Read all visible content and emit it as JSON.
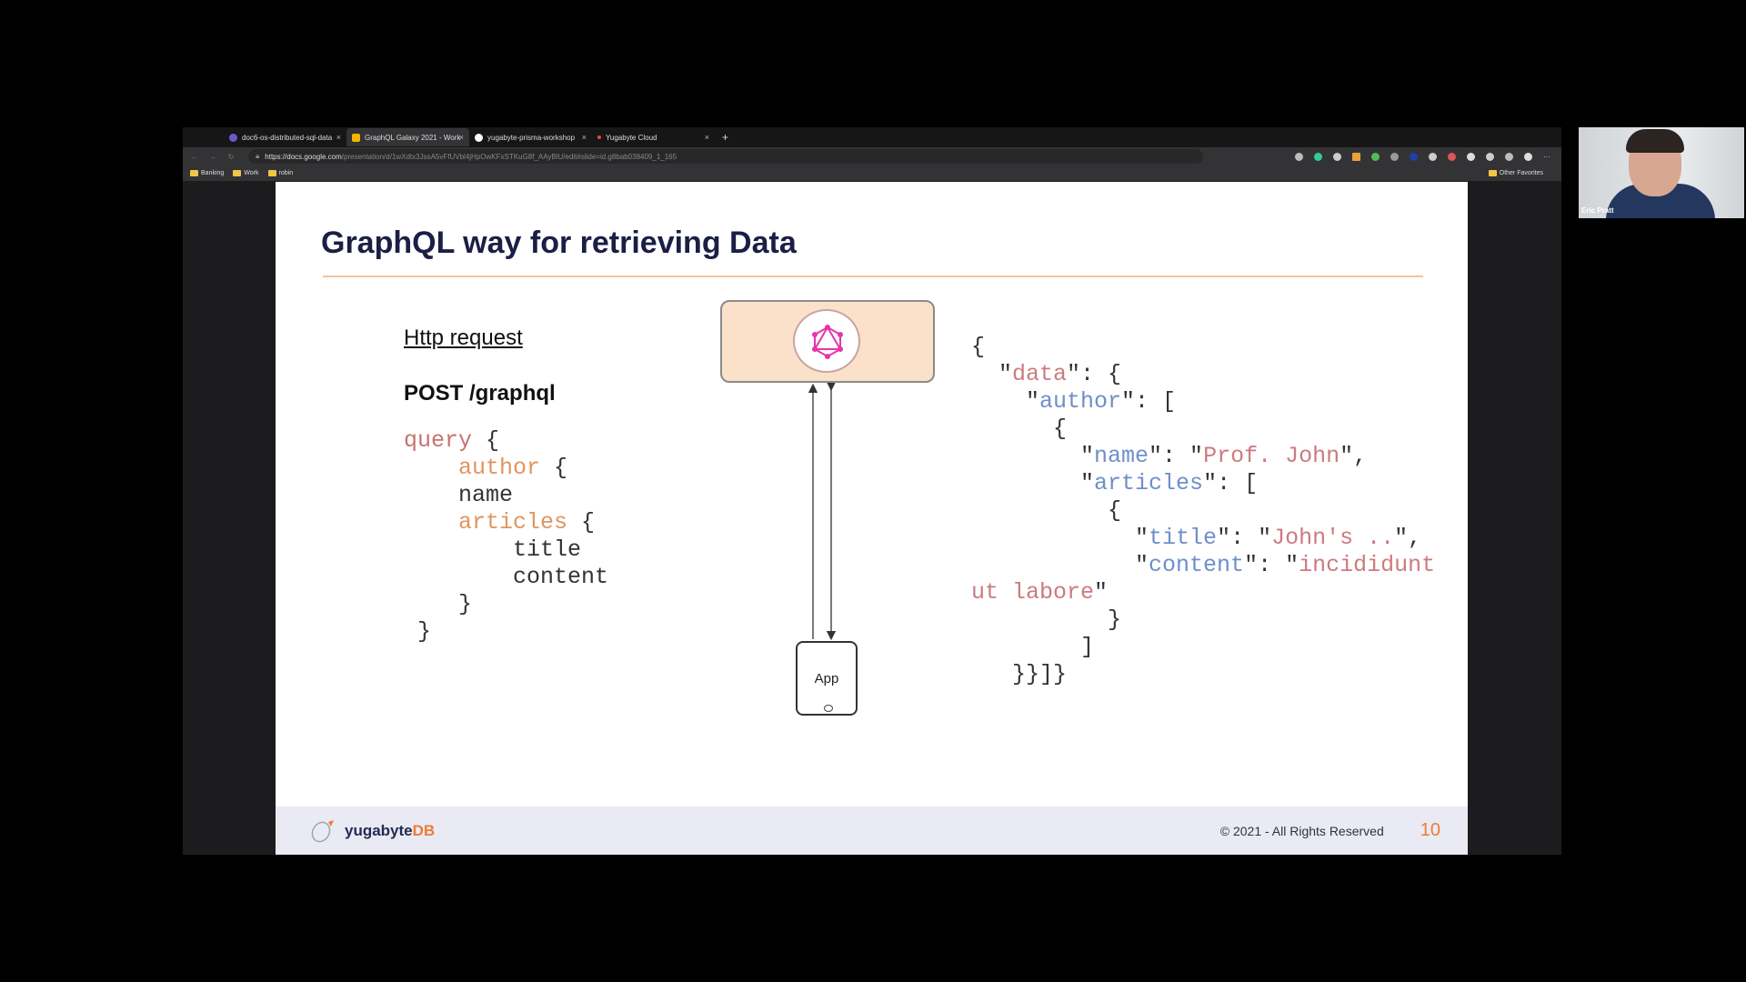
{
  "browser": {
    "tabs": [
      {
        "label": "doc6-os-distributed-sql-data",
        "active": false
      },
      {
        "label": "GraphQL Galaxy 2021 - Work",
        "active": true
      },
      {
        "label": "yugabyte-prisma-workshop",
        "active": false
      },
      {
        "label": "Yugabyte Cloud",
        "active": false
      }
    ],
    "new_tab": "+",
    "close": "×",
    "url_host": "https://docs.google.com",
    "url_path": "/presentation/d/1wXdtx3JssA5vFfUVbl4jHpOwKFxSTKuG8f_AAyBlU/edit#slide=id.g8bab038409_1_165",
    "bookmarks": [
      "Banking",
      "Work",
      "robin"
    ],
    "other_favorites": "Other Favorites"
  },
  "slide": {
    "title": "GraphQL way for retrieving Data",
    "http_label": "Http request",
    "method": "POST /graphql",
    "query_lines": [
      [
        {
          "t": "query",
          "c": "kw"
        },
        {
          "t": " {",
          "c": ""
        }
      ],
      [
        {
          "t": "    author",
          "c": "or"
        },
        {
          "t": " {",
          "c": ""
        }
      ],
      [
        {
          "t": "    name",
          "c": ""
        }
      ],
      [
        {
          "t": "    articles",
          "c": "or"
        },
        {
          "t": " {",
          "c": ""
        }
      ],
      [
        {
          "t": "        title",
          "c": ""
        }
      ],
      [
        {
          "t": "        content",
          "c": ""
        }
      ],
      [
        {
          "t": "    }",
          "c": ""
        }
      ],
      [
        {
          "t": " }",
          "c": ""
        }
      ]
    ],
    "response_lines": [
      [
        {
          "t": "{",
          "c": ""
        }
      ],
      [
        {
          "t": "  \"",
          "c": ""
        },
        {
          "t": "data",
          "c": "rd"
        },
        {
          "t": "\": {",
          "c": ""
        }
      ],
      [
        {
          "t": "    \"",
          "c": ""
        },
        {
          "t": "author",
          "c": "bl"
        },
        {
          "t": "\": [",
          "c": ""
        }
      ],
      [
        {
          "t": "      {",
          "c": ""
        }
      ],
      [
        {
          "t": "        \"",
          "c": ""
        },
        {
          "t": "name",
          "c": "bl"
        },
        {
          "t": "\": \"",
          "c": ""
        },
        {
          "t": "Prof. John",
          "c": "rd"
        },
        {
          "t": "\",",
          "c": ""
        }
      ],
      [
        {
          "t": "        \"",
          "c": ""
        },
        {
          "t": "articles",
          "c": "bl"
        },
        {
          "t": "\": [",
          "c": ""
        }
      ],
      [
        {
          "t": "          {",
          "c": ""
        }
      ],
      [
        {
          "t": "            \"",
          "c": ""
        },
        {
          "t": "title",
          "c": "bl"
        },
        {
          "t": "\": \"",
          "c": ""
        },
        {
          "t": "John's ..",
          "c": "rd"
        },
        {
          "t": "\",",
          "c": ""
        }
      ],
      [
        {
          "t": "            \"",
          "c": ""
        },
        {
          "t": "content",
          "c": "bl"
        },
        {
          "t": "\": \"",
          "c": ""
        },
        {
          "t": "incididunt",
          "c": "rd"
        }
      ],
      [
        {
          "t": "ut labore",
          "c": "rd"
        },
        {
          "t": "\"",
          "c": ""
        }
      ],
      [
        {
          "t": "          }",
          "c": ""
        }
      ],
      [
        {
          "t": "        ]",
          "c": ""
        }
      ],
      [
        {
          "t": "   }}]}",
          "c": ""
        }
      ]
    ],
    "app_label": "App",
    "footer": {
      "logo_text": "yugabyte",
      "logo_db": "DB",
      "copyright": "© 2021 - All Rights Reserved",
      "page_number": "10"
    }
  },
  "webcam": {
    "name": "Eric Pratt"
  }
}
